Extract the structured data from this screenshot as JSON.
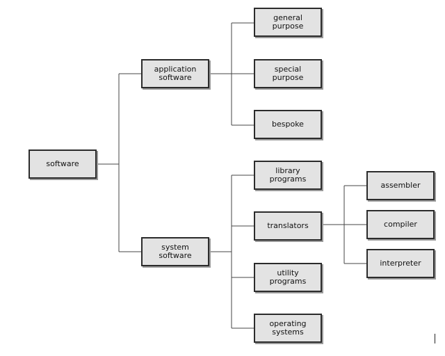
{
  "nodes": {
    "software": "software",
    "application_software": "application\nsoftware",
    "system_software": "system\nsoftware",
    "general_purpose": "general\npurpose",
    "special_purpose": "special\npurpose",
    "bespoke": "bespoke",
    "library_programs": "library\nprograms",
    "translators": "translators",
    "utility_programs": "utility\nprograms",
    "operating_systems": "operating\nsystems",
    "assembler": "assembler",
    "compiler": "compiler",
    "interpreter": "interpreter"
  },
  "colors": {
    "box_fill": "#e3e3e3",
    "box_border": "#2b2b2b",
    "line": "#444444"
  }
}
